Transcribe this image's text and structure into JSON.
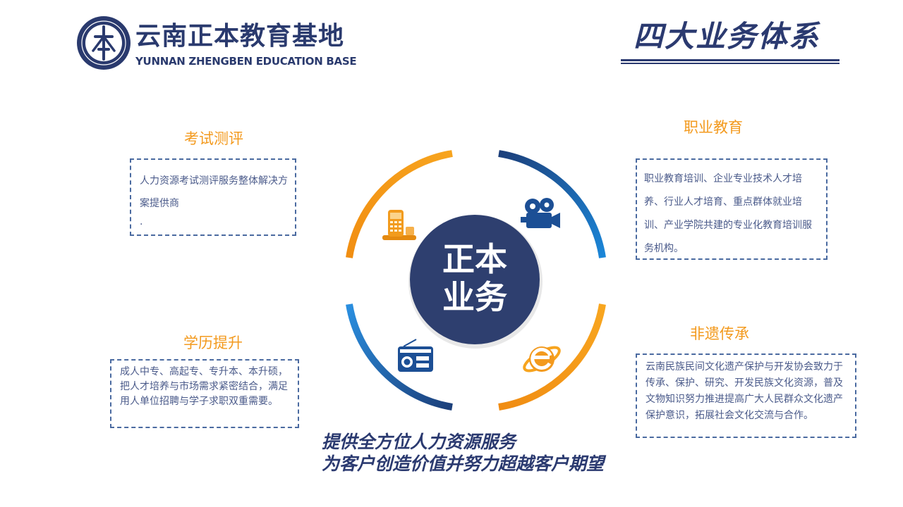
{
  "header": {
    "logo_cn": "云南正本教育基地",
    "logo_en": "YUNNAN ZHENGBEN EDUCATION BASE",
    "page_title": "四大业务体系"
  },
  "center": {
    "line1": "正本",
    "line2": "业务"
  },
  "sections": {
    "exam": {
      "title": "考试测评",
      "text": "人力资源考试测评服务整体解决方案提供商",
      "dot": "."
    },
    "vocational": {
      "title": "职业教育",
      "text": "职业教育培训、企业专业技术人才培养、行业人才培育、重点群体就业培训、产业学院共建的专业化教育培训服务机构。"
    },
    "degree": {
      "title": "学历提升",
      "text": "成人中专、高起专、专升本、本升硕，把人才培养与市场需求紧密结合，满足用人单位招聘与学子求职双重需要。"
    },
    "heritage": {
      "title": "非遗传承",
      "text": "云南民族民间文化遗产保护与开发协会致力于传承、保护、研究、开发民族文化资源，普及文物知识努力推进提高广大人民群众文化遗产保护意识，拓展社会文化交流与合作。"
    }
  },
  "slogan": {
    "line1": "提供全方位人力资源服务",
    "line2": "为客户创造价值并努力超越客户期望"
  },
  "icons": [
    "phone-icon",
    "film-camera-icon",
    "radio-icon",
    "internet-explorer-icon"
  ],
  "colors": {
    "navy": "#2b3a70",
    "orange": "#f39a1e",
    "blue": "#1a5eaa",
    "box_border": "#4a6aa0"
  }
}
